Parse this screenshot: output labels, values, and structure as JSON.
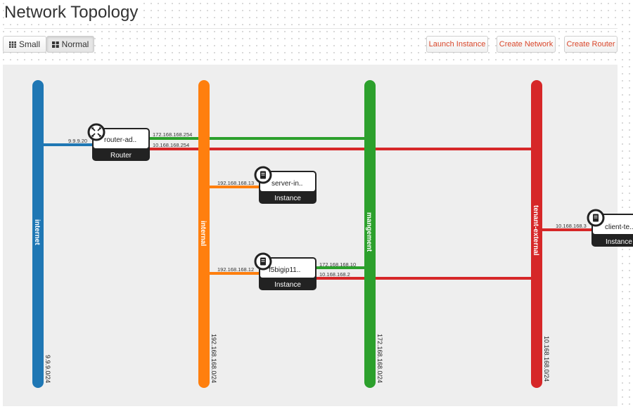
{
  "header": {
    "title": "Network Topology"
  },
  "view_toggle": {
    "small_label": "Small",
    "normal_label": "Normal"
  },
  "actions": {
    "launch_instance": "Launch Instance",
    "create_network": "Create Network",
    "create_router": "Create Router"
  },
  "colors": {
    "internet": "#1f77b4",
    "internal": "#ff7f0e",
    "mangement": "#2ca02c",
    "tenant_external": "#d62728"
  },
  "networks": {
    "internet": {
      "name": "internet",
      "cidr": "9.9.9.0/24"
    },
    "internal": {
      "name": "internal",
      "cidr": "192.168.168.0/24"
    },
    "mangement": {
      "name": "mangement",
      "cidr": "172.168.168.0/24"
    },
    "tenant_external": {
      "name": "tenant-external",
      "cidr": "10.168.168.0/24"
    }
  },
  "devices": {
    "router": {
      "name": "router-ad..",
      "type": "Router",
      "icon": "router-icon",
      "ports": {
        "internet": "9.9.9.20",
        "mangement": "172.168.168.254",
        "tenant_external": "10.168.168.254"
      }
    },
    "server": {
      "name": "server-in..",
      "type": "Instance",
      "icon": "server-icon",
      "ports": {
        "internal": "192.168.168.13"
      }
    },
    "bigip": {
      "name": "f5bigip11..",
      "type": "Instance",
      "icon": "server-icon",
      "ports": {
        "internal": "192.168.168.12",
        "mangement": "172.168.168.10",
        "tenant_external": "10.168.168.2"
      }
    },
    "client": {
      "name": "client-te..",
      "type": "Instance",
      "icon": "server-icon",
      "ports": {
        "tenant_external": "10.168.168.3"
      }
    }
  }
}
